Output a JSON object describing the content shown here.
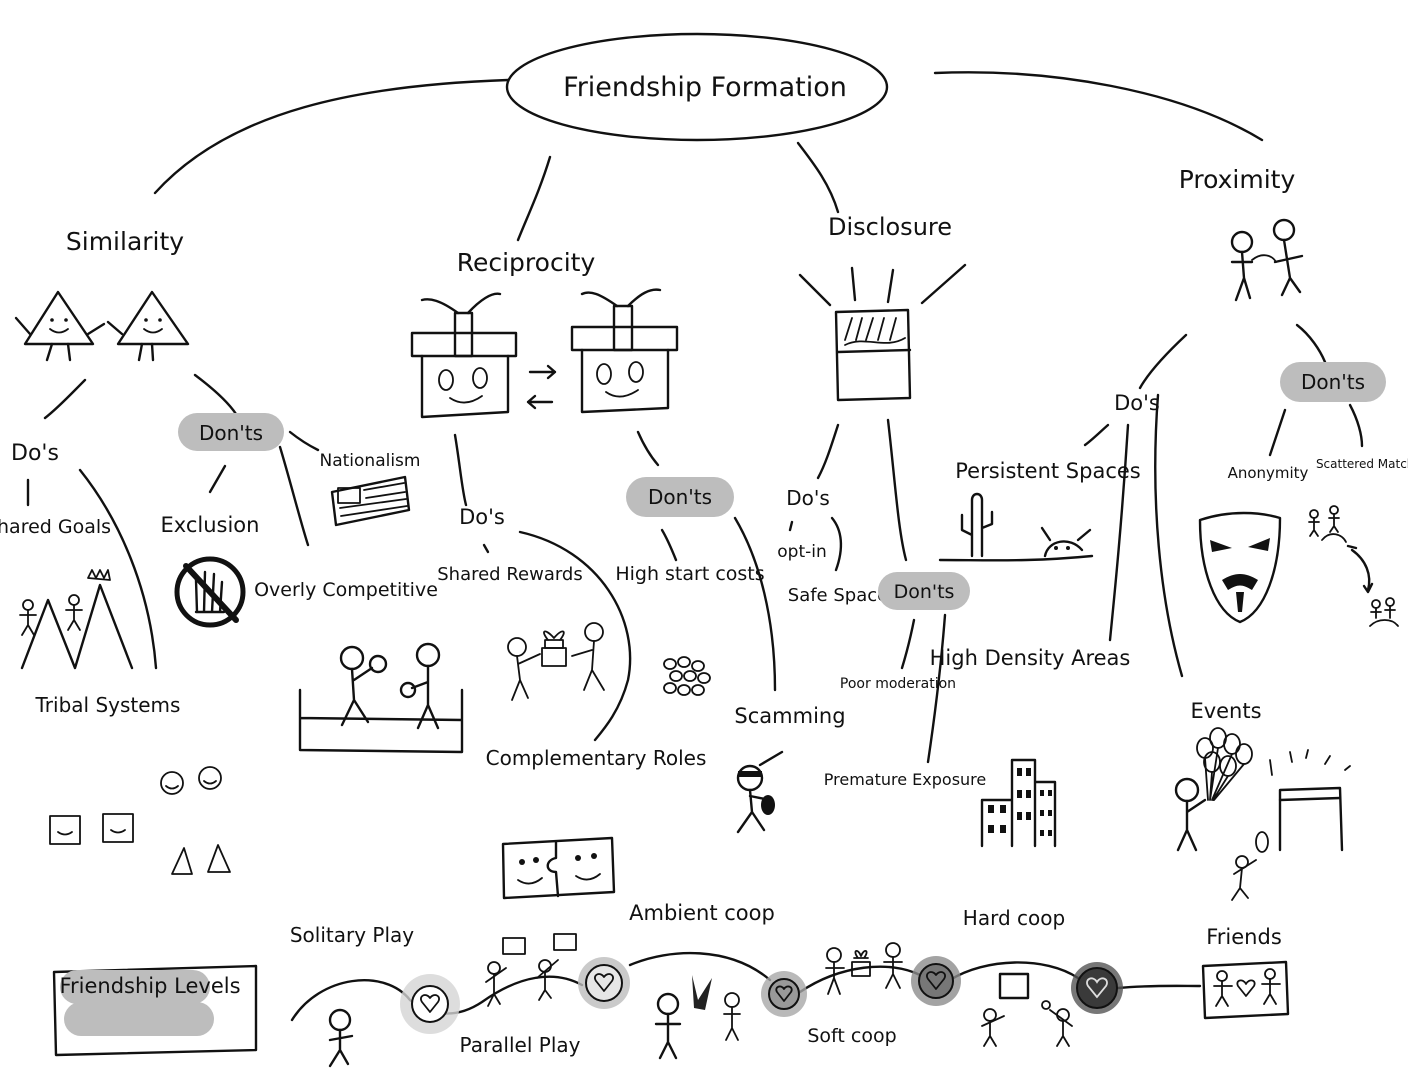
{
  "root": "Friendship Formation",
  "similarity": {
    "title": "Similarity",
    "dos_label": "Do's",
    "donts_label": "Don'ts",
    "dos": [
      "Shared Goals",
      "Tribal Systems"
    ],
    "donts": [
      "Exclusion",
      "Overly Competitive",
      "Nationalism"
    ]
  },
  "reciprocity": {
    "title": "Reciprocity",
    "dos_label": "Do's",
    "donts_label": "Don'ts",
    "dos": [
      "Shared Rewards",
      "Complementary Roles"
    ],
    "donts": [
      "High start costs",
      "Scamming"
    ]
  },
  "disclosure": {
    "title": "Disclosure",
    "dos_label": "Do's",
    "donts_label": "Don'ts",
    "dos": [
      "opt-in",
      "Safe Space"
    ],
    "donts": [
      "Poor moderation",
      "Premature Exposure"
    ]
  },
  "proximity": {
    "title": "Proximity",
    "dos_label": "Do's",
    "donts_label": "Don'ts",
    "dos": [
      "Persistent Spaces",
      "High Density Areas",
      "Events"
    ],
    "donts": [
      "Anonymity",
      "Scattered Matches"
    ]
  },
  "levels": {
    "title": "Friendship Levels",
    "stages": [
      "Solitary Play",
      "Parallel Play",
      "Ambient coop",
      "Soft coop",
      "Hard coop",
      "Friends"
    ],
    "heart_shades": [
      "#d4d4d4",
      "#bdbdbd",
      "#a8a8a8",
      "#8c8c8c",
      "#555555"
    ]
  }
}
